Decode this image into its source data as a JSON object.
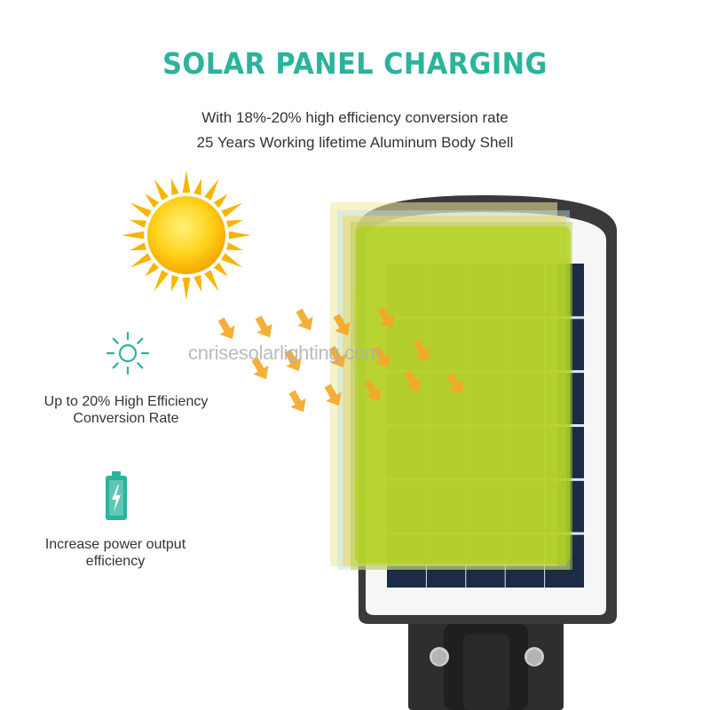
{
  "header": {
    "title": "SOLAR PANEL CHARGING",
    "subtitle_line1": "With 18%-20% high efficiency conversion rate",
    "subtitle_line2": "25 Years Working lifetime Aluminum Body Shell"
  },
  "features": [
    {
      "icon": "sun-outline-icon",
      "line1": "Up to 20% High Efficiency",
      "line2": "Conversion Rate"
    },
    {
      "icon": "battery-charging-icon",
      "line1": "Increase power output",
      "line2": "efficiency"
    }
  ],
  "watermark": "cnrisesolarlighting.com",
  "colors": {
    "accent": "#2bb39c",
    "sun": "#f7b500",
    "arrow": "#f5a623",
    "panel_overlay": "#a8d400",
    "housing": "#3d3d3f"
  }
}
